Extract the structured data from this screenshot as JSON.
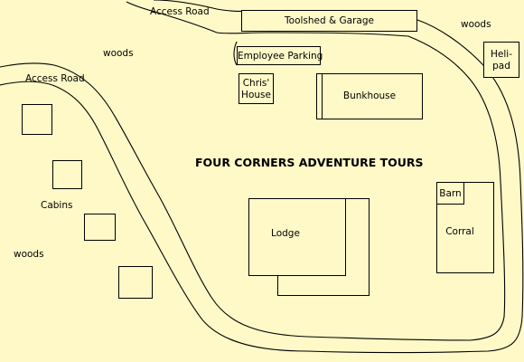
{
  "title": "FOUR CORNERS ADVENTURE TOURS",
  "labels": {
    "access_road_top": "Access Road",
    "access_road_left": "Access Road",
    "woods_top_right": "woods",
    "woods_top_left": "woods",
    "woods_bottom_left": "woods",
    "cabins": "Cabins"
  },
  "buildings": {
    "toolshed_garage": "Toolshed & Garage",
    "employee_parking": "Employee Parking",
    "chris_house_line1": "Chris'",
    "chris_house_line2": "House",
    "bunkhouse": "Bunkhouse",
    "heli_pad_line1": "Heli-",
    "heli_pad_line2": "pad",
    "barn": "Barn",
    "corral": "Corral",
    "lodge": "Lodge"
  },
  "colors": {
    "background": "#FFF9C8",
    "lines": "#000000"
  }
}
